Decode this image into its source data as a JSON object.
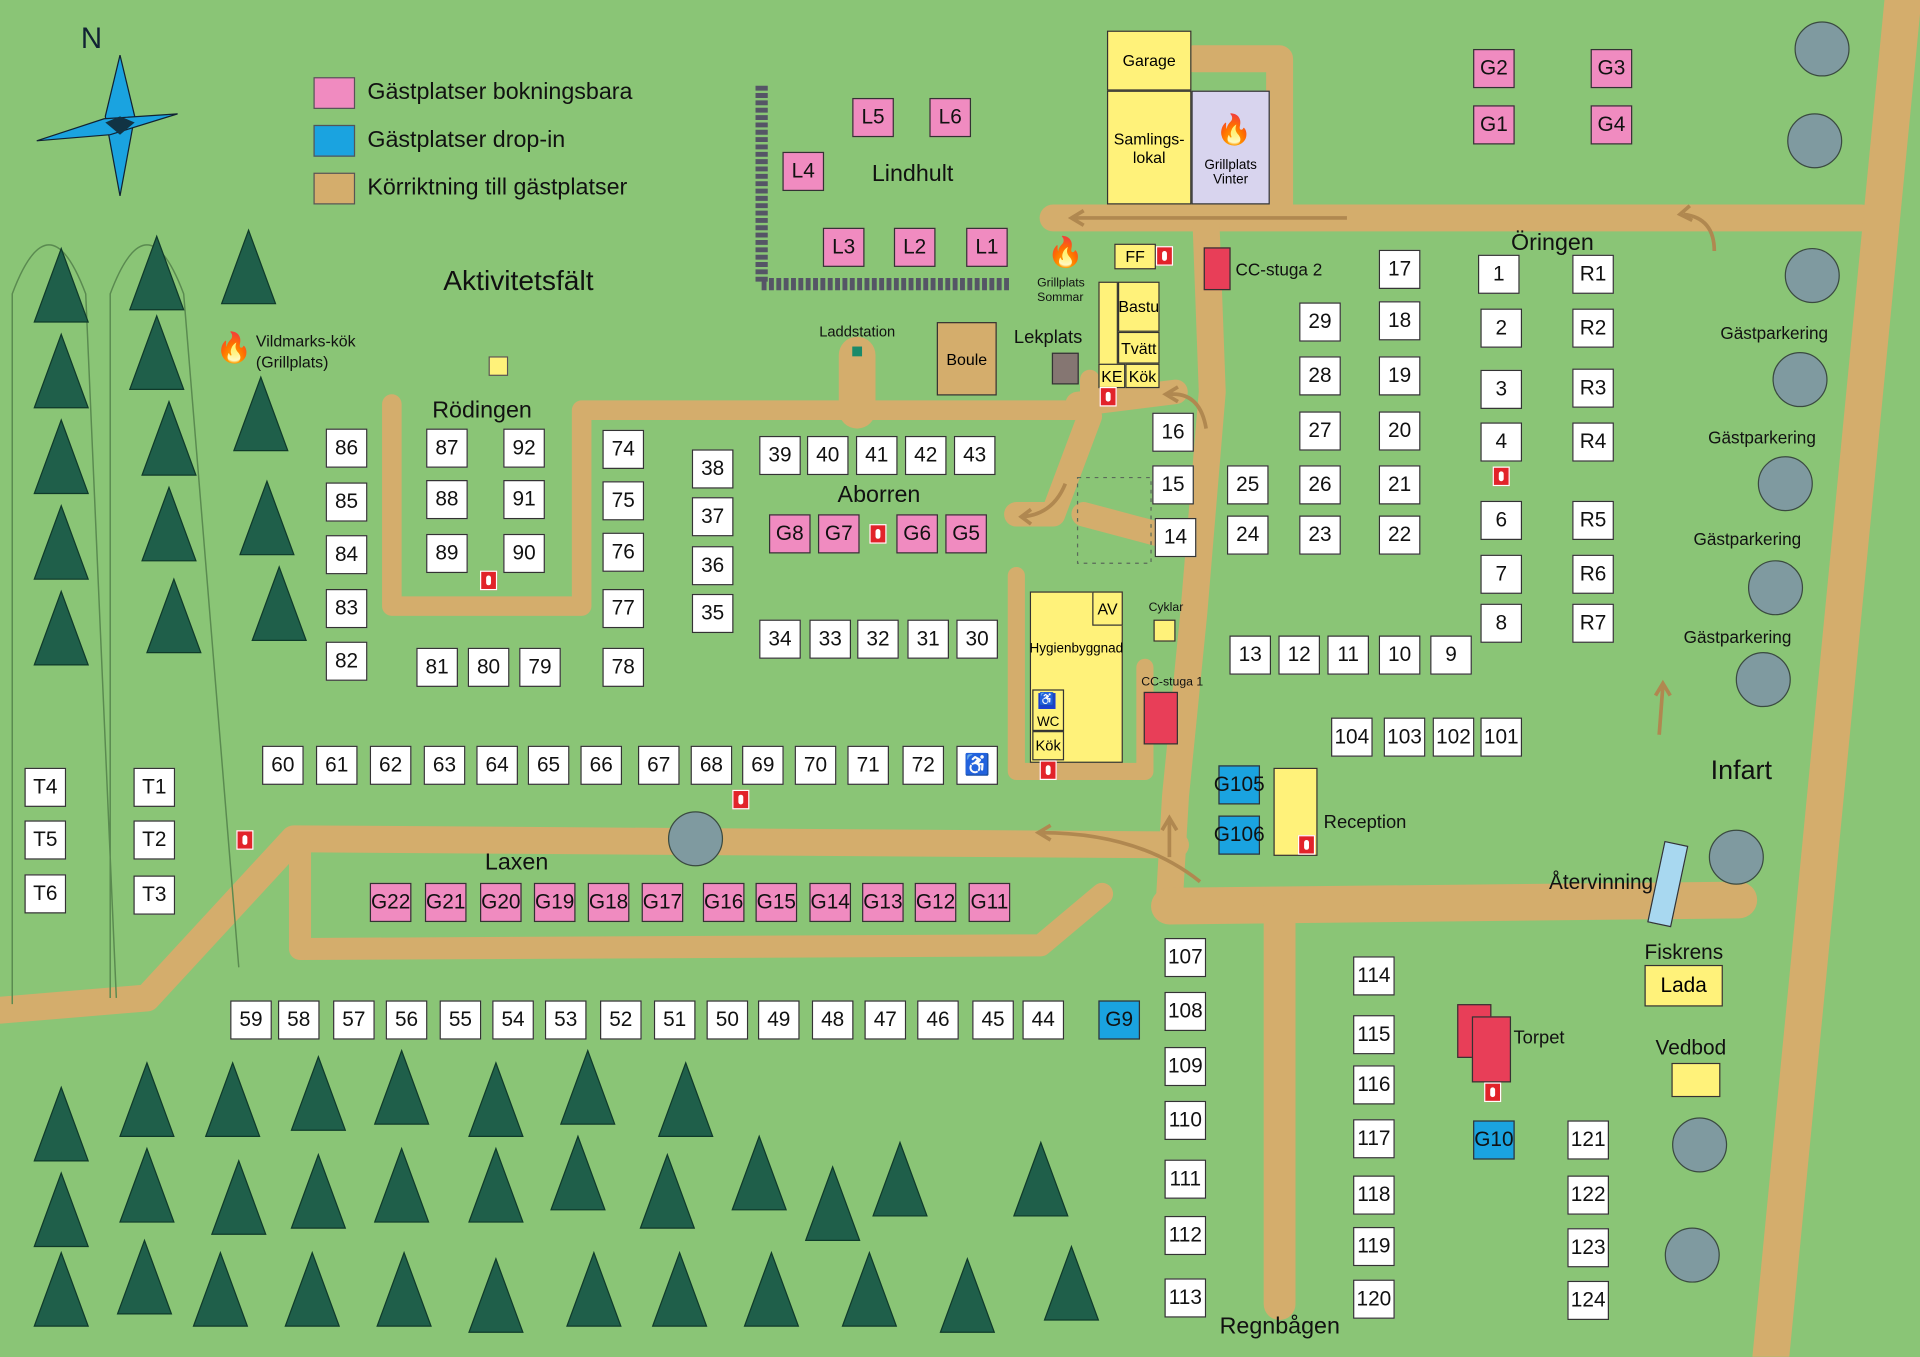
{
  "legend": {
    "booking": "Gästplatser bokningsbara",
    "dropin": "Gästplatser drop-in",
    "direction": "Körriktning till gästplatser"
  },
  "compass": "N",
  "areas": {
    "aktivitetsfalt": "Aktivitetsfält",
    "vildmark": "Vildmarks-kök",
    "vildmark_sub": "(Grillplats)",
    "rodingen": "Rödingen",
    "aborren": "Aborren",
    "lindhult": "Lindhult",
    "laxen": "Laxen",
    "oringen": "Öringen",
    "regnbagen": "Regnbågen",
    "infart": "Infart",
    "atervinning": "Återvinning",
    "fiskrens": "Fiskrens",
    "vedbod": "Vedbod",
    "torpet": "Torpet",
    "reception": "Reception",
    "laddstation": "Laddstation",
    "lekplats": "Lekplats",
    "grill_sommar": "Grillplats",
    "grill_sommar2": "Sommar",
    "parkering": [
      "Gästparkering",
      "Gästparkering",
      "Gästparkering",
      "Gästparkering"
    ]
  },
  "buildings": {
    "garage": "Garage",
    "samlingslokal": "Samlings-lokal",
    "grill_vinter": "Grillplats Vinter",
    "ff": "FF",
    "bastu": "Bastu",
    "tvatt": "Tvätt",
    "ke": "KE",
    "kok": "Kök",
    "boule": "Boule",
    "cc1": "CC-stuga 1",
    "cc2": "CC-stuga 2",
    "hygien": "Hygienbyggnad",
    "av": "AV",
    "wc": "WC",
    "kok2": "Kök",
    "cyklar": "Cyklar",
    "lada": "Lada"
  },
  "colors": {
    "booking": "#f08bc0",
    "dropin": "#1aa3e0",
    "road": "#d4ad6c",
    "grass": "#8ac576"
  },
  "lots": [
    [
      "86",
      "w"
    ],
    [
      "85",
      "w"
    ],
    [
      "84",
      "w"
    ],
    [
      "83",
      "w"
    ],
    [
      "82",
      "w"
    ],
    [
      "87",
      "w"
    ],
    [
      "92",
      "w"
    ],
    [
      "88",
      "w"
    ],
    [
      "91",
      "w"
    ],
    [
      "89",
      "w"
    ],
    [
      "90",
      "w"
    ],
    [
      "81",
      "w"
    ],
    [
      "80",
      "w"
    ],
    [
      "79",
      "w"
    ],
    [
      "74",
      "w"
    ],
    [
      "75",
      "w"
    ],
    [
      "76",
      "w"
    ],
    [
      "77",
      "w"
    ],
    [
      "78",
      "w"
    ],
    [
      "38",
      "w"
    ],
    [
      "37",
      "w"
    ],
    [
      "36",
      "w"
    ],
    [
      "35",
      "w"
    ],
    [
      "39",
      "w"
    ],
    [
      "40",
      "w"
    ],
    [
      "41",
      "w"
    ],
    [
      "42",
      "w"
    ],
    [
      "43",
      "w"
    ],
    [
      "34",
      "w"
    ],
    [
      "33",
      "w"
    ],
    [
      "32",
      "w"
    ],
    [
      "31",
      "w"
    ],
    [
      "30",
      "w"
    ],
    [
      "16",
      "w"
    ],
    [
      "15",
      "w"
    ],
    [
      "14",
      "w"
    ],
    [
      "25",
      "w"
    ],
    [
      "24",
      "w"
    ],
    [
      "29",
      "w"
    ],
    [
      "28",
      "w"
    ],
    [
      "27",
      "w"
    ],
    [
      "26",
      "w"
    ],
    [
      "23",
      "w"
    ],
    [
      "17",
      "w"
    ],
    [
      "18",
      "w"
    ],
    [
      "19",
      "w"
    ],
    [
      "20",
      "w"
    ],
    [
      "21",
      "w"
    ],
    [
      "22",
      "w"
    ],
    [
      "1",
      "w"
    ],
    [
      "2",
      "w"
    ],
    [
      "3",
      "w"
    ],
    [
      "4",
      "w"
    ],
    [
      "6",
      "w"
    ],
    [
      "7",
      "w"
    ],
    [
      "8",
      "w"
    ],
    [
      "R1",
      "w"
    ],
    [
      "R2",
      "w"
    ],
    [
      "R3",
      "w"
    ],
    [
      "R4",
      "w"
    ],
    [
      "R5",
      "w"
    ],
    [
      "R6",
      "w"
    ],
    [
      "R7",
      "w"
    ],
    [
      "13",
      "w"
    ],
    [
      "12",
      "w"
    ],
    [
      "11",
      "w"
    ],
    [
      "10",
      "w"
    ],
    [
      "9",
      "w"
    ],
    [
      "104",
      "w"
    ],
    [
      "103",
      "w"
    ],
    [
      "102",
      "w"
    ],
    [
      "101",
      "w"
    ],
    [
      "60",
      "w"
    ],
    [
      "61",
      "w"
    ],
    [
      "62",
      "w"
    ],
    [
      "63",
      "w"
    ],
    [
      "64",
      "w"
    ],
    [
      "65",
      "w"
    ],
    [
      "66",
      "w"
    ],
    [
      "67",
      "w"
    ],
    [
      "68",
      "w"
    ],
    [
      "69",
      "w"
    ],
    [
      "70",
      "w"
    ],
    [
      "71",
      "w"
    ],
    [
      "72",
      "w"
    ],
    [
      "♿",
      "w"
    ],
    [
      "T4",
      "w"
    ],
    [
      "T1",
      "w"
    ],
    [
      "T5",
      "w"
    ],
    [
      "T2",
      "w"
    ],
    [
      "T6",
      "w"
    ],
    [
      "T3",
      "w"
    ],
    [
      "59",
      "w"
    ],
    [
      "58",
      "w"
    ],
    [
      "57",
      "w"
    ],
    [
      "56",
      "w"
    ],
    [
      "55",
      "w"
    ],
    [
      "54",
      "w"
    ],
    [
      "53",
      "w"
    ],
    [
      "52",
      "w"
    ],
    [
      "51",
      "w"
    ],
    [
      "50",
      "w"
    ],
    [
      "49",
      "w"
    ],
    [
      "48",
      "w"
    ],
    [
      "47",
      "w"
    ],
    [
      "46",
      "w"
    ],
    [
      "45",
      "w"
    ],
    [
      "44",
      "w"
    ],
    [
      "107",
      "w"
    ],
    [
      "108",
      "w"
    ],
    [
      "109",
      "w"
    ],
    [
      "110",
      "w"
    ],
    [
      "111",
      "w"
    ],
    [
      "112",
      "w"
    ],
    [
      "113",
      "w"
    ],
    [
      "114",
      "w"
    ],
    [
      "115",
      "w"
    ],
    [
      "116",
      "w"
    ],
    [
      "117",
      "w"
    ],
    [
      "118",
      "w"
    ],
    [
      "119",
      "w"
    ],
    [
      "120",
      "w"
    ],
    [
      "121",
      "w"
    ],
    [
      "122",
      "w"
    ],
    [
      "123",
      "w"
    ],
    [
      "124",
      "w"
    ],
    [
      "L5",
      "p"
    ],
    [
      "L6",
      "p"
    ],
    [
      "L4",
      "p"
    ],
    [
      "L3",
      "p"
    ],
    [
      "L2",
      "p"
    ],
    [
      "L1",
      "p"
    ],
    [
      "G2",
      "p"
    ],
    [
      "G3",
      "p"
    ],
    [
      "G1",
      "p"
    ],
    [
      "G4",
      "p"
    ],
    [
      "G8",
      "p"
    ],
    [
      "G7",
      "p"
    ],
    [
      "G6",
      "p"
    ],
    [
      "G5",
      "p"
    ],
    [
      "G22",
      "p"
    ],
    [
      "G21",
      "p"
    ],
    [
      "G20",
      "p"
    ],
    [
      "G19",
      "p"
    ],
    [
      "G18",
      "p"
    ],
    [
      "G17",
      "p"
    ],
    [
      "G16",
      "p"
    ],
    [
      "G15",
      "p"
    ],
    [
      "G14",
      "p"
    ],
    [
      "G13",
      "p"
    ],
    [
      "G12",
      "p"
    ],
    [
      "G11",
      "p"
    ],
    [
      "G9",
      "b"
    ],
    [
      "G105",
      "b"
    ],
    [
      "G106",
      "b"
    ],
    [
      "G10",
      "b"
    ]
  ]
}
